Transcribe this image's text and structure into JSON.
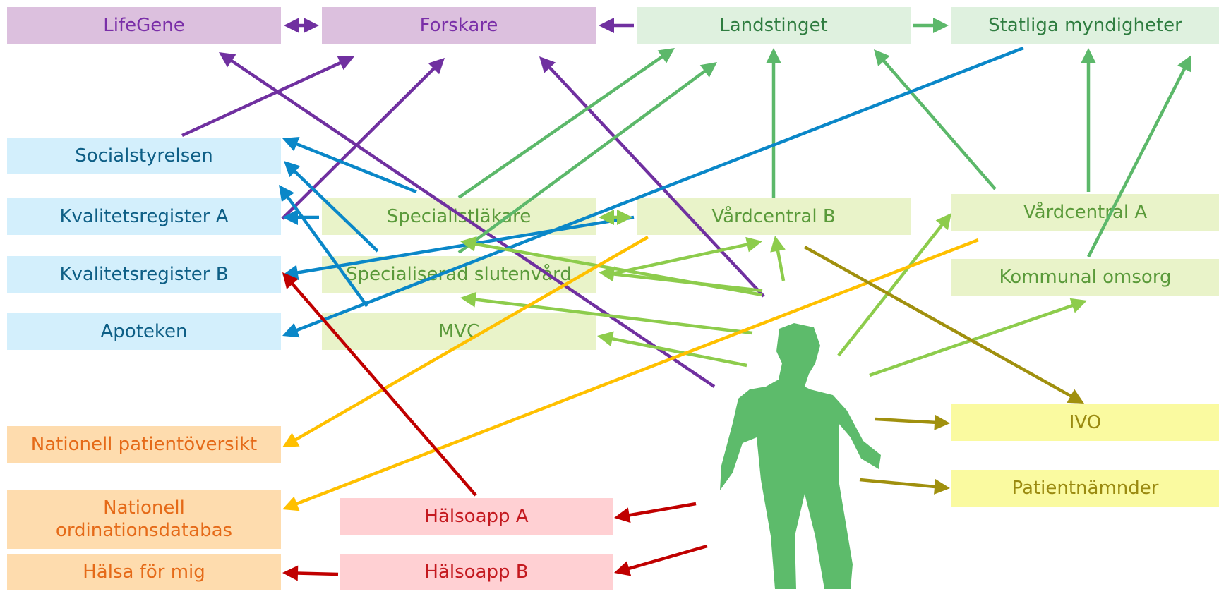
{
  "boxes": {
    "lifegene": "LifeGene",
    "forskare": "Forskare",
    "landstinget": "Landstinget",
    "statliga": "Statliga myndigheter",
    "socialstyrelsen": "Socialstyrelsen",
    "kvalitet_a": "Kvalitetsregister A",
    "kvalitet_b": "Kvalitetsregister B",
    "apoteken": "Apoteken",
    "specialistlakare": "Specialistläkare",
    "specialiserad": "Specialiserad slutenvård",
    "mvc": "MVC",
    "vardcentral_b": "Vårdcentral B",
    "vardcentral_a": "Vårdcentral A",
    "kommunal": "Kommunal omsorg",
    "ivo": "IVO",
    "patientnamnder": "Patientnämnder",
    "npo": "Nationell patientöversikt",
    "nod_line1": "Nationell",
    "nod_line2": "ordinationsdatabas",
    "halsa_for_mig": "Hälsa för mig",
    "halsoapp_a": "Hälsoapp A",
    "halsoapp_b": "Hälsoapp B"
  },
  "colors": {
    "purple": "#7030a0",
    "green": "#5cb86a",
    "blue": "#0a87c8",
    "lime": "#8dcc4c",
    "orange": "#ffc000",
    "red": "#c00000",
    "olive": "#a0900e",
    "person": "#5dbb6b"
  }
}
